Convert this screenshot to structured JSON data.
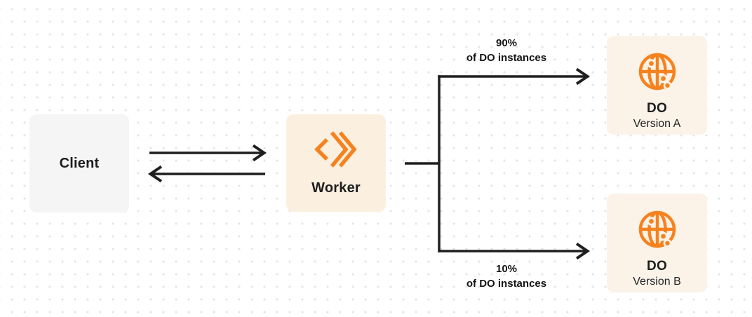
{
  "colors": {
    "accent_orange": "#f6821f",
    "arrow_black": "#1f1f1f",
    "client_box_bg": "#f5f5f6",
    "worker_box_bg": "#fbf0e0",
    "do_box_bg": "#fcf3e8",
    "dot_grid": "#e5e5e8"
  },
  "nodes": {
    "client": {
      "label": "Client"
    },
    "worker": {
      "label": "Worker",
      "icon": "cloudflare-workers-icon"
    },
    "do_version_a": {
      "title": "DO",
      "subtitle": "Version A",
      "icon": "durable-object-globe-icon"
    },
    "do_version_b": {
      "title": "DO",
      "subtitle": "Version B",
      "icon": "durable-object-globe-icon"
    }
  },
  "edge_labels": {
    "top_branch": {
      "line1": "90%",
      "line2": "of DO instances"
    },
    "bottom_branch": {
      "line1": "10%",
      "line2": "of DO instances"
    }
  }
}
